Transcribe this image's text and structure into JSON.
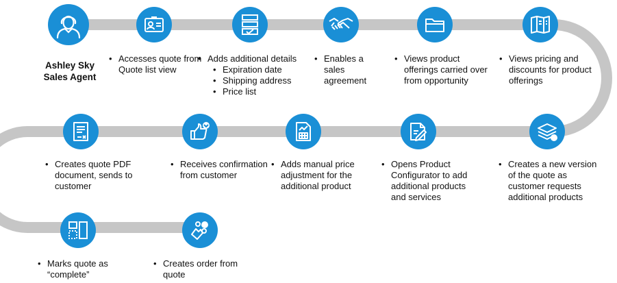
{
  "persona": {
    "name": "Ashley Sky",
    "role": "Sales Agent"
  },
  "steps": [
    {
      "text": "Accesses quote from Quote list view",
      "icon": "contact-card-icon"
    },
    {
      "text": "Adds additional details",
      "icon": "form-checklist-icon",
      "subitems": [
        "Expiration date",
        "Shipping address",
        "Price list"
      ]
    },
    {
      "text": "Enables a sales agreement",
      "icon": "handshake-icon"
    },
    {
      "text": "Views product offerings carried over from opportunity",
      "icon": "folder-icon"
    },
    {
      "text": "Views pricing and discounts for product offerings",
      "icon": "brochure-icon"
    },
    {
      "text": "Creates a new version of the quote as customer requests additional products",
      "icon": "layers-icon"
    },
    {
      "text": "Opens Product Configurator to add additional products and services",
      "icon": "document-edit-icon"
    },
    {
      "text": "Adds manual price adjustment for the additional product",
      "icon": "spreadsheet-chart-icon"
    },
    {
      "text": "Receives confirmation from customer",
      "icon": "thumbs-up-icon"
    },
    {
      "text": "Creates quote PDF document, sends to customer",
      "icon": "pdf-document-icon"
    },
    {
      "text": "Marks quote as “complete”",
      "icon": "layout-panels-icon"
    },
    {
      "text": "Creates order from quote",
      "icon": "order-cart-icon"
    }
  ],
  "colors": {
    "accent": "#1a8fd6",
    "track": "#c6c6c6",
    "text": "#111111"
  }
}
